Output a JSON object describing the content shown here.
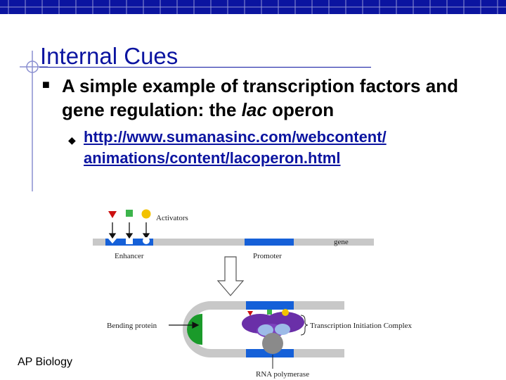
{
  "slide": {
    "title": "Internal Cues",
    "bullet_main_prefix": "A simple example of transcription factors and gene regulation: the ",
    "bullet_main_italic": "lac",
    "bullet_main_suffix": " operon",
    "link_line1": "http://www.sumanasinc.com/webcontent/",
    "link_line2": "animations/content/lacoperon.html",
    "footer": "AP Biology"
  },
  "figure": {
    "activators_label": "Activators",
    "gene_label": "gene",
    "enhancer_label": "Enhancer",
    "promoter_label": "Promoter",
    "bending_protein_label": "Bending protein",
    "complex_label": "Transcription Initiation Complex",
    "polymerase_label": "RNA polymerase"
  },
  "colors": {
    "brand_blue": "#0b14a0",
    "dna_gray": "#c8c8c8",
    "region_blue": "#1560d8",
    "activator_red": "#cc1010",
    "activator_green": "#3cb44b",
    "activator_yellow": "#f2c200",
    "bending_green": "#1a9a2a",
    "complex_purple": "#6a2fa8"
  }
}
